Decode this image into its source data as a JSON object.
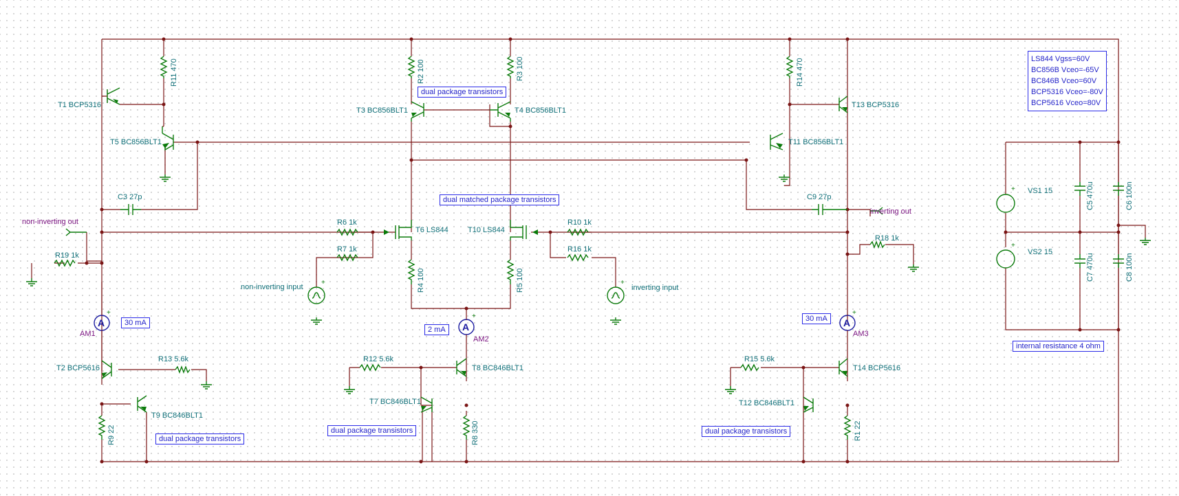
{
  "components": {
    "T1": "T1 BCP5316",
    "T2": "T2 BCP5616",
    "T3": "T3 BC856BLT1",
    "T4": "T4 BC856BLT1",
    "T5": "T5 BC856BLT1",
    "T6": "T6 LS844",
    "T7": "T7 BC846BLT1",
    "T8": "T8 BC846BLT1",
    "T9": "T9 BC846BLT1",
    "T10": "T10 LS844",
    "T11": "T11 BC856BLT1",
    "T12": "T12 BC846BLT1",
    "T13": "T13 BCP5316",
    "T14": "T14 BCP5616",
    "R1": "R1 22",
    "R2": "R2 100",
    "R3": "R3 100",
    "R4": "R4 100",
    "R5": "R5 100",
    "R6": "R6 1k",
    "R7": "R7 1k",
    "R8": "R8 330",
    "R9": "R9 22",
    "R10": "R10 1k",
    "R11": "R11 470",
    "R12": "R12 5.6k",
    "R13": "R13 5.6k",
    "R14": "R14 470",
    "R15": "R15 5.6k",
    "R16": "R16 1k",
    "R18": "R18 1k",
    "R19": "R19 1k",
    "C3": "C3 27p",
    "C5": "C5 470u",
    "C6": "C6 100n",
    "C7": "C7 470u",
    "C8": "C8 100n",
    "C9": "C9 27p",
    "VS1": "VS1 15",
    "VS2": "VS2 15",
    "AM1": "AM1",
    "AM2": "AM2",
    "AM3": "AM3"
  },
  "ports": {
    "noninv_out": "non-inverting out",
    "inv_out": "inverting out",
    "noninv_in": "non-inverting input",
    "inv_in": "inverting input"
  },
  "annotations": {
    "dual_top": "dual package transistors",
    "dual_matched": "dual matched package transistors",
    "dual_t9": "dual package transistors",
    "dual_t7": "dual package transistors",
    "dual_t12": "dual package transistors",
    "am1": "30 mA",
    "am2": "2 mA",
    "am3": "30 mA",
    "internal": "internal resistance 4 ohm"
  },
  "notes": [
    "LS844 Vgss=60V",
    "BC856B Vceo=-65V",
    "BC846B Vceo=60V",
    "BCP5316 Vceo=-80V",
    "BCP5616 Vceo=80V"
  ],
  "meters": {
    "symbol": "A",
    "plus": "+"
  },
  "colors": {
    "wire": "#7a1414",
    "device": "#0a7a0a",
    "label": "#0f6f78",
    "port": "#7a1480",
    "annotation": "#2a2ae8"
  }
}
